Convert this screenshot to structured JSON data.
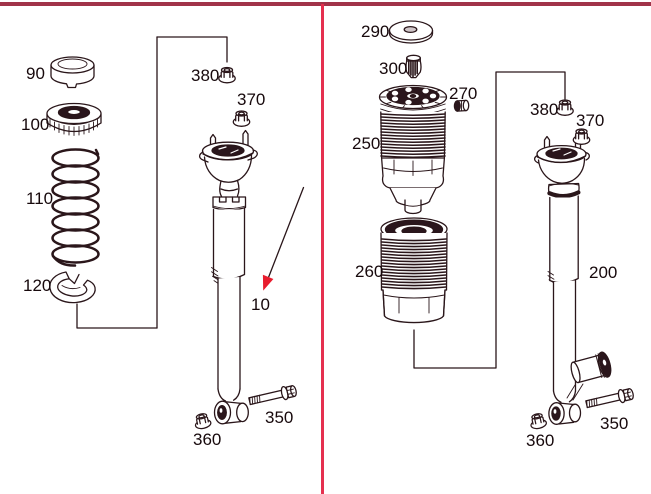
{
  "colors": {
    "line": "#2a161a",
    "arrow_red": "#e81c2e",
    "divider_red": "#e5304f",
    "top_border_maroon": "#a13349",
    "bracket_pink": "#f0708e"
  },
  "labels": {
    "left": {
      "cap": "90",
      "support_bearing": "100",
      "coil_spring": "110",
      "spring_seat": "120",
      "top_nut": "380",
      "mount_nut": "370",
      "shock_absorber": "10",
      "lower_nut": "360",
      "bolt": "350"
    },
    "right": {
      "washer": "290",
      "valve": "300",
      "air_spring": "250",
      "bushing": "270",
      "dust_boot": "260",
      "top_nut": "380",
      "mount_nut": "370",
      "shock_absorber": "200",
      "lower_nut": "360",
      "bolt": "350"
    }
  }
}
